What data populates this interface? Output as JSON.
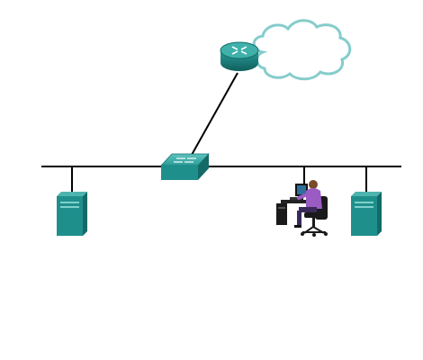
{
  "diagram": {
    "type": "network-topology",
    "background": "#ffffff",
    "colors": {
      "device_teal": "#1f8f8c",
      "device_dark": "#146f6c",
      "device_light": "#4fb3ae",
      "cloud_outline": "#86cccc",
      "link": "#000000",
      "person_shirt": "#9a5bc2",
      "person_skin": "#7a4a2a"
    },
    "nodes": [
      {
        "id": "internet",
        "kind": "cloud",
        "icon": "cloud-icon"
      },
      {
        "id": "router",
        "kind": "router",
        "icon": "router-icon"
      },
      {
        "id": "switch",
        "kind": "switch",
        "icon": "switch-icon"
      },
      {
        "id": "server-left",
        "kind": "server",
        "icon": "server-icon"
      },
      {
        "id": "workstation-user",
        "kind": "workstation",
        "icon": "user-workstation-icon"
      },
      {
        "id": "server-right",
        "kind": "server",
        "icon": "server-icon"
      }
    ],
    "links": [
      {
        "from": "router",
        "to": "internet"
      },
      {
        "from": "router",
        "to": "switch"
      },
      {
        "from": "switch",
        "to": "lan-bus"
      },
      {
        "from": "server-left",
        "to": "lan-bus"
      },
      {
        "from": "workstation-user",
        "to": "lan-bus"
      },
      {
        "from": "server-right",
        "to": "lan-bus"
      }
    ]
  }
}
